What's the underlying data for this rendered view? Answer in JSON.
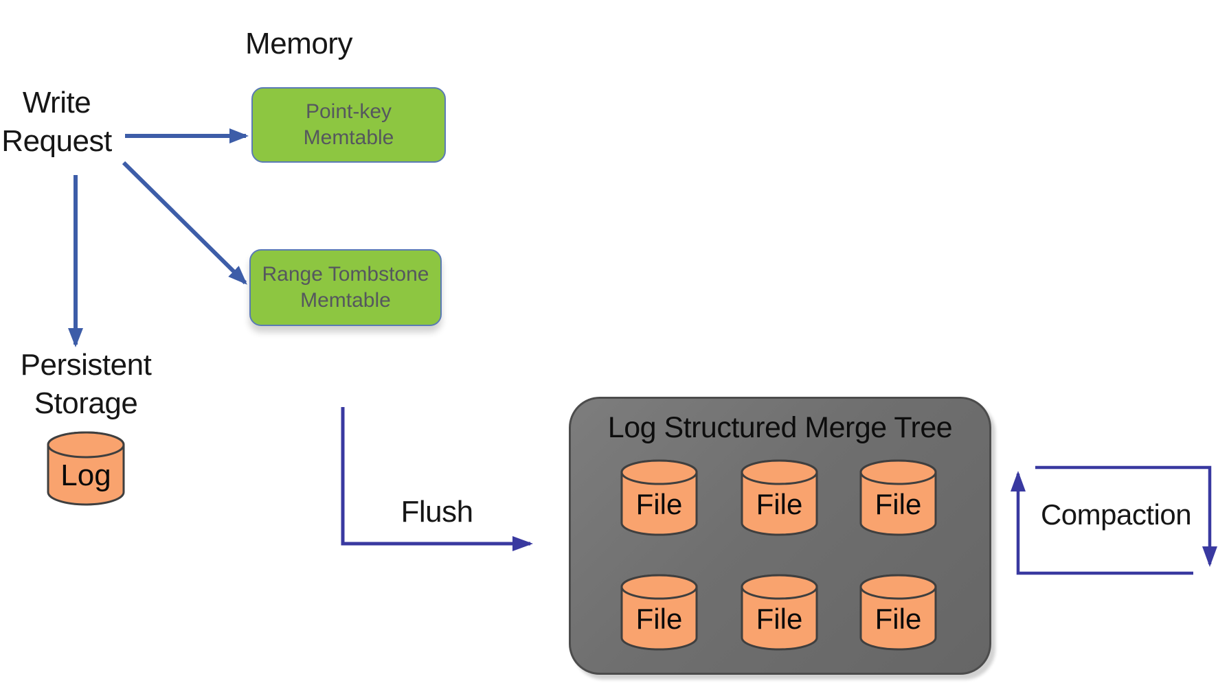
{
  "diagram": {
    "memory_label": "Memory",
    "write_request_label": "Write\nRequest",
    "persistent_storage_label": "Persistent\nStorage",
    "log_label": "Log",
    "flush_label": "Flush",
    "compaction_label": "Compaction",
    "memtables": {
      "point_key": "Point-key\nMemtable",
      "range_tombstone": "Range Tombstone\nMemtable"
    },
    "lsm": {
      "title": "Log Structured Merge Tree",
      "files": [
        "File",
        "File",
        "File",
        "File",
        "File",
        "File"
      ]
    },
    "colors": {
      "memtable_green": "#8dc641",
      "memtable_border": "#5a7ab5",
      "memtable_text": "#55575e",
      "cylinder_orange": "#f9a36e",
      "cylinder_outline": "#3f3f3f",
      "lsm_gray": "#6f6f6f",
      "lsm_border": "#4c4c4c",
      "arrow_blue": "#3d5da8",
      "arrow_indigo": "#3939a0",
      "label_text": "#161616"
    }
  }
}
